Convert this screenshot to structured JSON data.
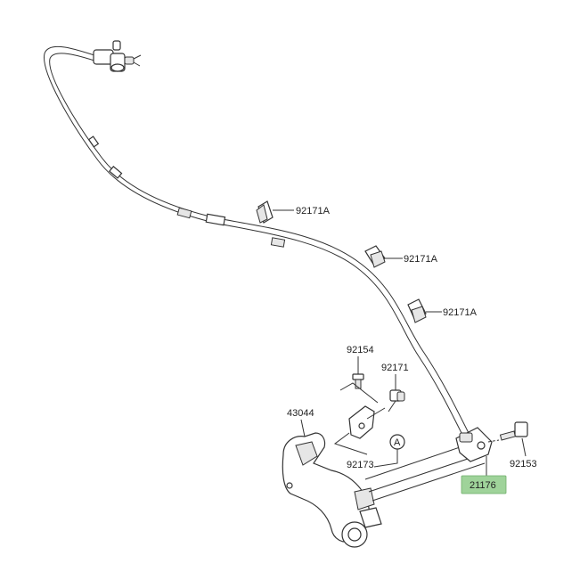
{
  "parts": {
    "clamp_1": "92171A",
    "clamp_2": "92171A",
    "clamp_3": "92171A",
    "bolt_top": "92154",
    "clamp_small": "92171",
    "bracket": "43044",
    "clamp_bracket": "92173",
    "ref_marker": "A",
    "bolt_right": "92153",
    "sensor": "21176"
  },
  "colors": {
    "highlight": "#9fd39a",
    "line": "#333333"
  }
}
